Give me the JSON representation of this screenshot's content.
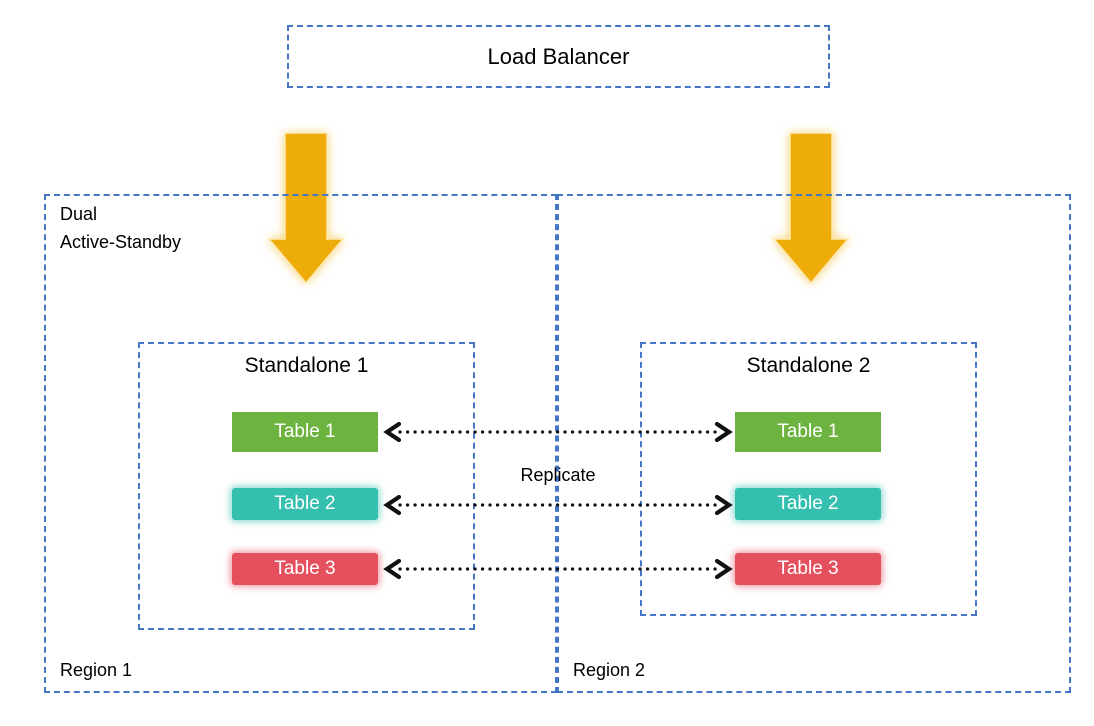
{
  "colors": {
    "border_blue": "#4576C6",
    "arrow_gold": "#EEAC0B",
    "table_green": "#6CB33F",
    "table_teal": "#35BFAF",
    "table_red": "#E5505E",
    "text_black": "#000000"
  },
  "load_balancer": {
    "label": "Load Balancer"
  },
  "deployment": {
    "line1": "Dual",
    "line2": "Active-Standby"
  },
  "replicate": {
    "label": "Replicate"
  },
  "regions": [
    {
      "label": "Region 1",
      "standalone": {
        "title": "Standalone 1",
        "tables": [
          {
            "label": "Table 1"
          },
          {
            "label": "Table 2"
          },
          {
            "label": "Table 3"
          }
        ]
      }
    },
    {
      "label": "Region 2",
      "standalone": {
        "title": "Standalone 2",
        "tables": [
          {
            "label": "Table 1"
          },
          {
            "label": "Table 2"
          },
          {
            "label": "Table 3"
          }
        ]
      }
    }
  ]
}
